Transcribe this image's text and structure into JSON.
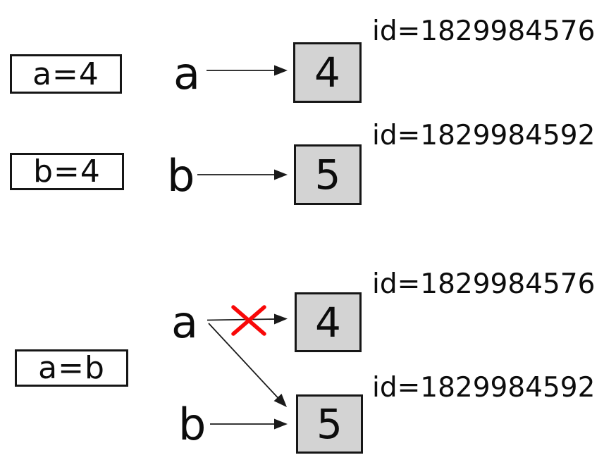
{
  "colors": {
    "background": "#ffffff",
    "object_fill": "#d3d3d3",
    "box_border": "#161616",
    "cross_out": "#f80808",
    "arrow": "#1a1a1a"
  },
  "sections": [
    {
      "code": "a=4",
      "vars": [
        {
          "name": "a"
        }
      ],
      "objects": [
        {
          "value": "4",
          "id_label": "id=1829984576"
        }
      ]
    },
    {
      "code": "b=4",
      "vars": [
        {
          "name": "b"
        }
      ],
      "objects": [
        {
          "value": "5",
          "id_label": "id=1829984592"
        }
      ]
    },
    {
      "code": "a=b",
      "vars": [
        {
          "name": "a"
        },
        {
          "name": "b"
        }
      ],
      "objects": [
        {
          "value": "4",
          "id_label": "id=1829984576"
        },
        {
          "value": "5",
          "id_label": "id=1829984592"
        }
      ]
    }
  ]
}
